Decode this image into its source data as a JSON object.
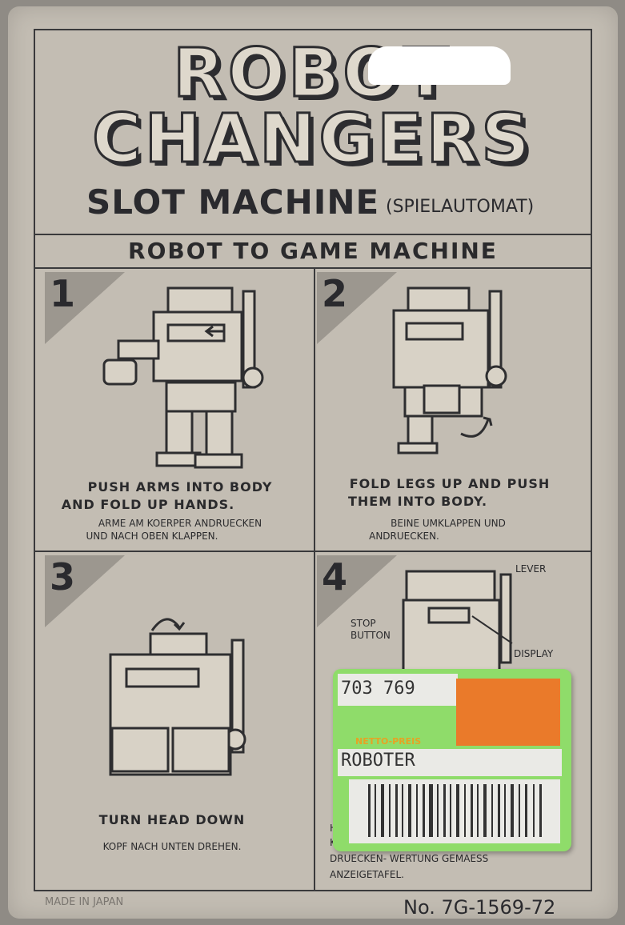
{
  "header": {
    "logo_line1": "ROBOT",
    "logo_line2": "CHANGERS",
    "subtitle": "SLOT MACHINE",
    "subtitle_de": "(SPIELAUTOMAT)",
    "band_title": "ROBOT TO GAME MACHINE"
  },
  "steps": [
    {
      "num": "1",
      "en_line1": "PUSH ARMS INTO BODY",
      "en_line2": "AND FOLD UP HANDS.",
      "de_line1": "ARME AM KOERPER ANDRUECKEN",
      "de_line2": "UND NACH OBEN KLAPPEN."
    },
    {
      "num": "2",
      "en_line1": "FOLD LEGS UP AND PUSH",
      "en_line2": "THEM INTO BODY.",
      "de_line1": "BEINE UMKLAPPEN UND",
      "de_line2": "ANDRUECKEN."
    },
    {
      "num": "3",
      "en_line1": "TURN HEAD DOWN",
      "de_line1": "KOPF NACH UNTEN DREHEN."
    },
    {
      "num": "4",
      "label_lever": "LEVER",
      "label_stop_1": "STOP",
      "label_stop_2": "BUTTON",
      "label_display": "DISPLAY",
      "text_line1": "H",
      "text_line2": "K",
      "text_line3": "DRUECKEN- WERTUNG GEMAESS",
      "text_line4": "ANZEIGETAFEL."
    }
  ],
  "sticker": {
    "code": "703 769",
    "netto": "NETTO-PREIS",
    "name": "ROBOTER"
  },
  "footer": {
    "made_in": "MADE IN JAPAN",
    "product_no": "No. 7G-1569-72"
  },
  "colors": {
    "card": "#c3bdb3",
    "ink": "#2a2a2e",
    "sticker_green": "#8fdc6a",
    "sticker_orange": "#ea7a2a"
  }
}
